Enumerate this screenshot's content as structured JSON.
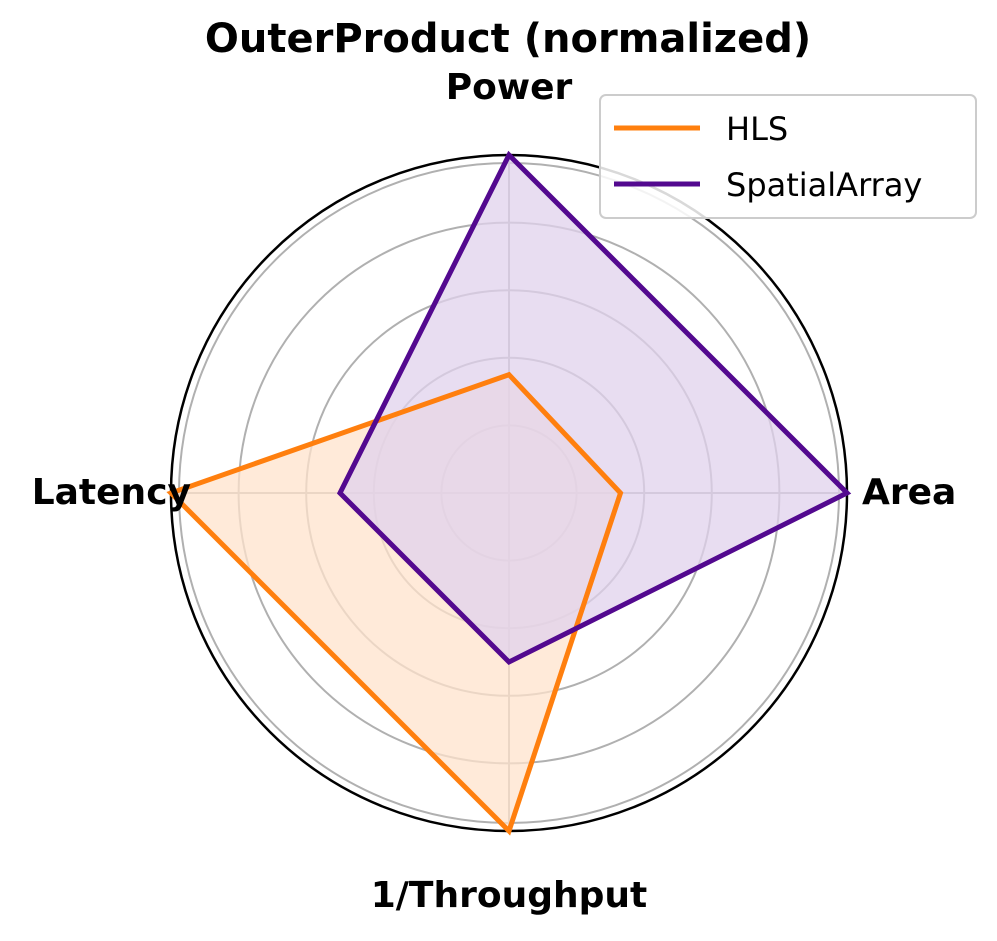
{
  "chart_data": {
    "type": "radar",
    "title": "OuterProduct (normalized)",
    "axes": [
      "Power",
      "Area",
      "1/Throughput",
      "Latency"
    ],
    "rlim": [
      0,
      1
    ],
    "rgrid": [
      0.2,
      0.4,
      0.6,
      0.8,
      1.0
    ],
    "grid": true,
    "legend_position": "top-right",
    "series": [
      {
        "name": "HLS",
        "color": "#ff7f0e",
        "fill": "#ffe3cc",
        "values": [
          0.35,
          0.33,
          1.0,
          1.0
        ]
      },
      {
        "name": "SpatialArray",
        "color": "#53098f",
        "fill": "#e0d2ec",
        "values": [
          1.0,
          1.0,
          0.5,
          0.5
        ]
      }
    ]
  }
}
